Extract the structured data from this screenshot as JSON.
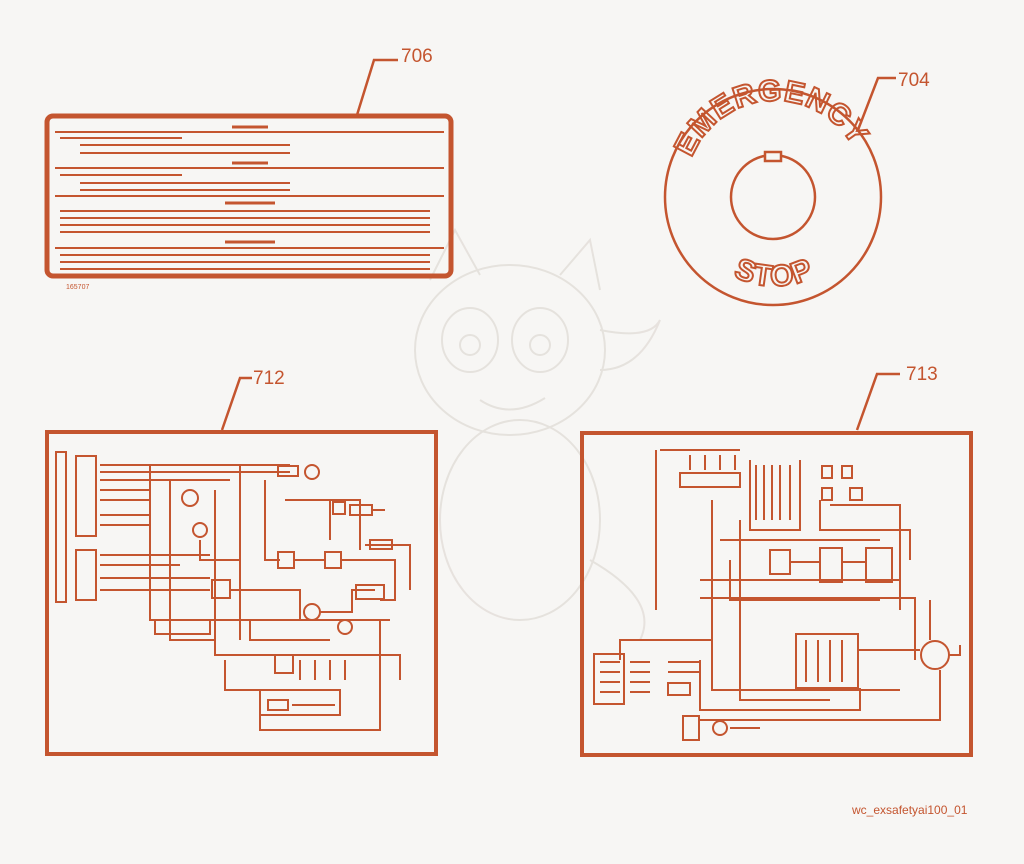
{
  "figure": {
    "accent_color": "#c4552f",
    "background_color": "#f7f6f4",
    "footer_code": "wc_exsafetyai100_01",
    "components": [
      {
        "ref": "706",
        "kind": "label",
        "small_text": "165707"
      },
      {
        "ref": "704",
        "kind": "emergency-stop",
        "arc_top": "EMERGENCY",
        "arc_bottom": "STOP"
      },
      {
        "ref": "712",
        "kind": "wiring-diagram"
      },
      {
        "ref": "713",
        "kind": "wiring-diagram"
      }
    ]
  }
}
